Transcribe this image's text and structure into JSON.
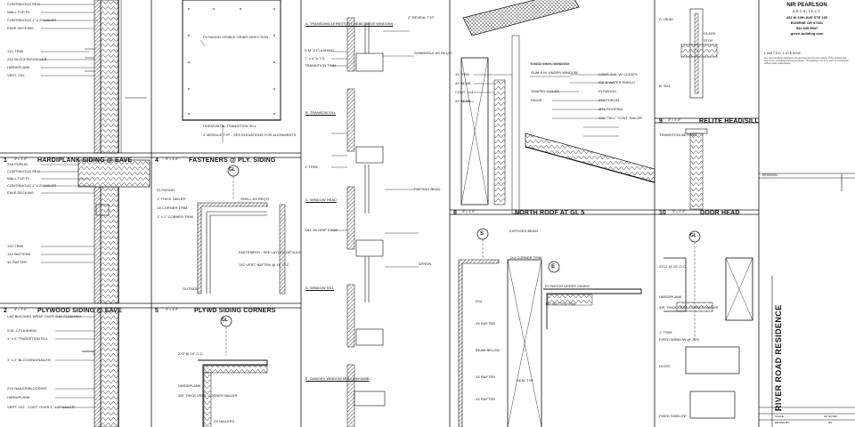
{
  "firm": {
    "name": "NIR PEARLSON",
    "sub": "ARCHITECT",
    "address1": "433 W 10th AVE STE 100",
    "address2": "EUGENE OR 97401",
    "phone": "541.345.5547",
    "web": "green-building.com"
  },
  "license": {
    "title": "LIMITED LICENSE",
    "text": "The copy and ideas depicted in this document are the sole property of the architect and may not be reproduced without permission. This drawing is not to be used for construction without written authorization."
  },
  "revision_label": "REVISION",
  "project_title": "RIVER ROAD RESIDENCE",
  "titleblock": {
    "date_label": "DATE:",
    "scale_label": "SCALE:",
    "scale_value": "AS NOTED",
    "drawn_label": "DRAWN BY:",
    "drawn_value": "RN"
  },
  "details": [
    {
      "num": "1",
      "scale": "3\" = 1'-0\"",
      "title": "HARDIPLANK SIDING @ EAVE"
    },
    {
      "num": "2",
      "scale": "3\" = 1'-0\"",
      "title": "PLYWOOD SIDING @ EAVE"
    },
    {
      "num": "4",
      "scale": "3\" = 1'-0\"",
      "title": "FASTENERS @ PLY. SIDING"
    },
    {
      "num": "5",
      "scale": "3\" = 1'-0\"",
      "title": "PLYWD SIDING CORNERS"
    },
    {
      "num": "8",
      "scale": "3\" = 1'-0\"",
      "title": "NORTH ROOF AT GL 5"
    },
    {
      "num": "9",
      "scale": "3\" = 1'-0\"",
      "title": "RELITE HEAD/SILL"
    },
    {
      "num": "10",
      "scale": "3\" = 1'-0\"",
      "title": "DOOR HEAD"
    }
  ],
  "window_subdetails": [
    "A. TRANSOM/CLERESTORY HEAD (ABVE WINDOW)",
    "B. TRANSOM SILL",
    "C. WINDOW HEAD",
    "D. WINDOW SILL",
    "E. GANGED WINDOW MULLION/JAMB"
  ],
  "col1_notes": [
    "CONTINUOUS SEAL",
    "WALL TOP PL.",
    "CONTINUOUS 1\" x 2\" NAILER",
    "EAVE DECKING",
    "1X2 TRIM",
    "2X2 BLOCKING/NAILER",
    "HARDIPLANK",
    "VERT. 2X2"
  ],
  "col1b_notes": [
    "2X8 PURLIN",
    "CONTINUOUS SEAL",
    "WALL TOP PL.",
    "CONTINUOUS 1\" x 2\" NAILER",
    "EAVE DECKING",
    "1X2 TRIM",
    "1X2 BATTENS",
    "4X RAFTER"
  ],
  "col1c_notes": [
    "LAP BUILDING WRAP OVER S.M. FLASHING",
    "S.M. Z-FLASHING",
    "1\" x 4\" TRANSITION SILL",
    "1\" x 2\" BLOCKING/NAILER",
    "2X4 NAILER/BLOCKING",
    "HARDIPLANK",
    "VERT. 2X2 - CONT. OVER 1\" x 2\" NAILER"
  ],
  "col2_notes": [
    "PLYWOOD VISIBLE GRAIN DIRECTION",
    "HORIZONTAL TRANSITION SILL",
    "4' MODULE TYP. - SEE ELEVATIONS FOR ALIGNMENTS"
  ],
  "col2b_notes": [
    "PLYWOOD",
    "1\" THICK NAILER",
    "1X CORNER TRIM",
    "1\" x 1\" CORNER TRIM",
    "SHELL AS REQ'D",
    "FASTENERS - SEE LAYOUT DETAILS",
    "1X2 VERT. BATTEN @ 16\" O.C.",
    "OUTSIDE"
  ],
  "col2c_notes": [
    "2X2 @ 24\" O.C.",
    "HARDIPLANK",
    "3/8\" THICK VERT. CORNER NAILER",
    "2X NAILERS"
  ],
  "col3_notes": [
    "S.M. Z-FLASHING",
    "1\" x 4\" A.T.S.",
    "TRANSITION TRIM",
    "2\" REVEAL TYP.",
    "SHIM/INSUL AS REQ'D",
    "1\" TRIM",
    "PARTING BEAD",
    "SILL W/ DRIP EDGE",
    "APRON"
  ],
  "roof_notes": [
    "1X TRIM",
    "4X BEAM",
    "CONT. 2X4",
    "4X BEAM",
    "FIXED VINYL WINDOW",
    "SLIM S.M. UNDER WINDOW",
    "CONT. S.M. W/ CLEATS",
    "ICE & WATER SHIELD",
    "SHAPED NAILER",
    "RIDGE",
    "PLYWOOD",
    "2X4 PURLIN",
    "MTL ROOFING",
    "1X2 \"TALL\" CONT. NAILER"
  ],
  "plan_notes": [
    "EXPOSED BEAM",
    "1X4 CORNER TRIM",
    "PLYWOOD UPPER SIDING",
    "1X2 BATTEN/TRIM",
    "2X4",
    "4X RAFTER",
    "BEAM BELOW",
    "4X RAFTER",
    "SEAL TYP",
    "4X RAFTER"
  ],
  "head_notes": [
    "A. HEAD",
    "GLASS",
    "STOP",
    "B. SILL",
    "TRANSITION BEYOND"
  ],
  "door_notes": [
    "2X12 @ 24\" O.C.",
    "HARDIPLANK",
    "3/8\" THICK VERT. CORNER NAILER",
    "1\" TRIM",
    "FIXED WINDOW @ JOG",
    "DOOR",
    "FIXED SIDELITE"
  ],
  "gridlines": [
    "S",
    "E",
    "GL",
    "GL",
    "GL"
  ]
}
